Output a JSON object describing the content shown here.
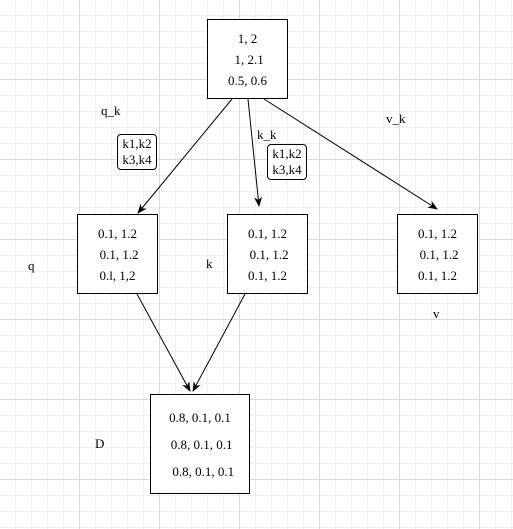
{
  "nodes": {
    "top": {
      "lines": [
        "1, 2",
        " 1, 2.1",
        "0.5, 0.6"
      ]
    },
    "q": {
      "lines": [
        "0.1, 1.2",
        " 0.1, 1.2",
        "0.l, 1,2"
      ]
    },
    "k": {
      "lines": [
        "0.1, 1.2",
        " 0.1, 1.2",
        "0.1, 1.2"
      ]
    },
    "v": {
      "lines": [
        "0.1, 1.2",
        " 0.1, 1.2",
        "0.1, 1.2"
      ]
    },
    "d": {
      "lines": [
        "0.8, 0.1, 0.1",
        "",
        " 0.8, 0.1, 0.1",
        "  0.8, 0.1, 0.1"
      ]
    }
  },
  "edge_labels": {
    "q_k": "q_k",
    "k_k": "k_k",
    "v_k": "v_k"
  },
  "key_boxes": {
    "q": [
      "k1,k2",
      "k3,k4"
    ],
    "k": [
      "k1,k2",
      "k3,k4"
    ]
  },
  "node_labels": {
    "q": "q",
    "k": "k",
    "v": "v",
    "d": "D"
  },
  "colors": {
    "stroke": "#000000",
    "grid": "#d9d9d9",
    "background": "#ffffff"
  }
}
